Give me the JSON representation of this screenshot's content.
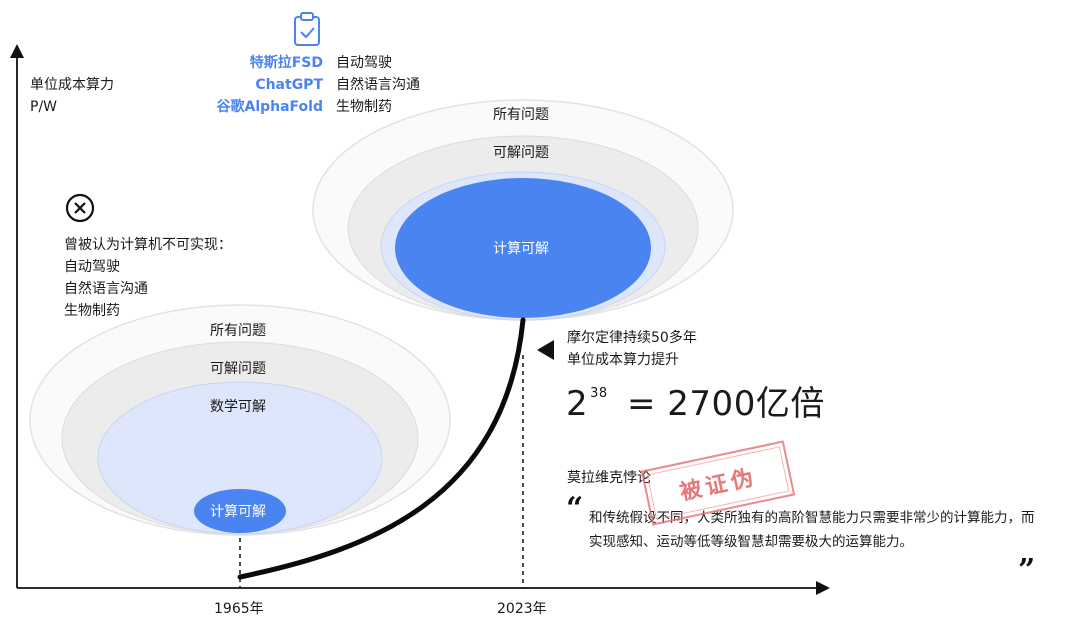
{
  "axes": {
    "y_label_1": "单位成本算力",
    "y_label_2": "P/W",
    "x_ticks": [
      "1965年",
      "2023年"
    ]
  },
  "left_diagram": {
    "outer": "所有问题",
    "middle": "可解问题",
    "inner": "数学可解",
    "core": "计算可解"
  },
  "right_diagram": {
    "outer": "所有问题",
    "middle": "可解问题",
    "core": "计算可解"
  },
  "impossible_note": {
    "icon": "close-circle-icon",
    "heading": "曾被认为计算机不可实现：",
    "items": [
      "自动驾驶",
      "自然语言沟通",
      "生物制药"
    ]
  },
  "achievements": {
    "icon": "clipboard-check-icon",
    "rows": [
      {
        "name": "特斯拉FSD",
        "task": "自动驾驶"
      },
      {
        "name": "ChatGPT",
        "task": "自然语言沟通"
      },
      {
        "name": "谷歌AlphaFold",
        "task": "生物制药"
      }
    ]
  },
  "moore": {
    "line1": "摩尔定律持续50多年",
    "line2": "单位成本算力提升",
    "base": "2",
    "exponent": "38",
    "result": "= 2700亿倍"
  },
  "moravec": {
    "title": "莫拉维克悖论",
    "quote": "和传统假设不同，人类所独有的高阶智慧能力只需要非常少的计算能力，而实现感知、运动等低等级智慧却需要极大的运算能力。",
    "stamp": "被证伪"
  },
  "colors": {
    "core_blue": "#4a84f0",
    "light_blue": "#dde6fb",
    "gray_fill": "#ececec",
    "stamp_red": "#e06060"
  }
}
